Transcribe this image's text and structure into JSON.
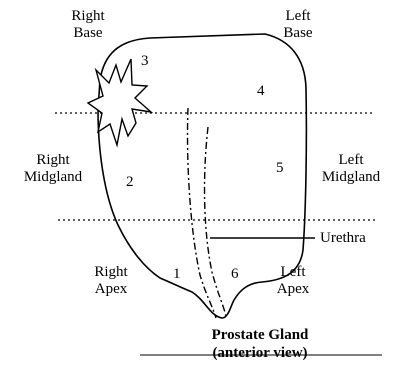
{
  "labels": {
    "right_base": [
      "Right",
      "Base"
    ],
    "left_base": [
      "Left",
      "Base"
    ],
    "right_midgland": [
      "Right",
      "Midgland"
    ],
    "left_midgland": [
      "Left",
      "Midgland"
    ],
    "right_apex": [
      "Right",
      "Apex"
    ],
    "left_apex": [
      "Left",
      "Apex"
    ],
    "urethra": "Urethra"
  },
  "regions": [
    "1",
    "2",
    "3",
    "4",
    "5",
    "6"
  ],
  "caption": {
    "title": "Prostate Gland",
    "subtitle": "(anterior view)"
  }
}
